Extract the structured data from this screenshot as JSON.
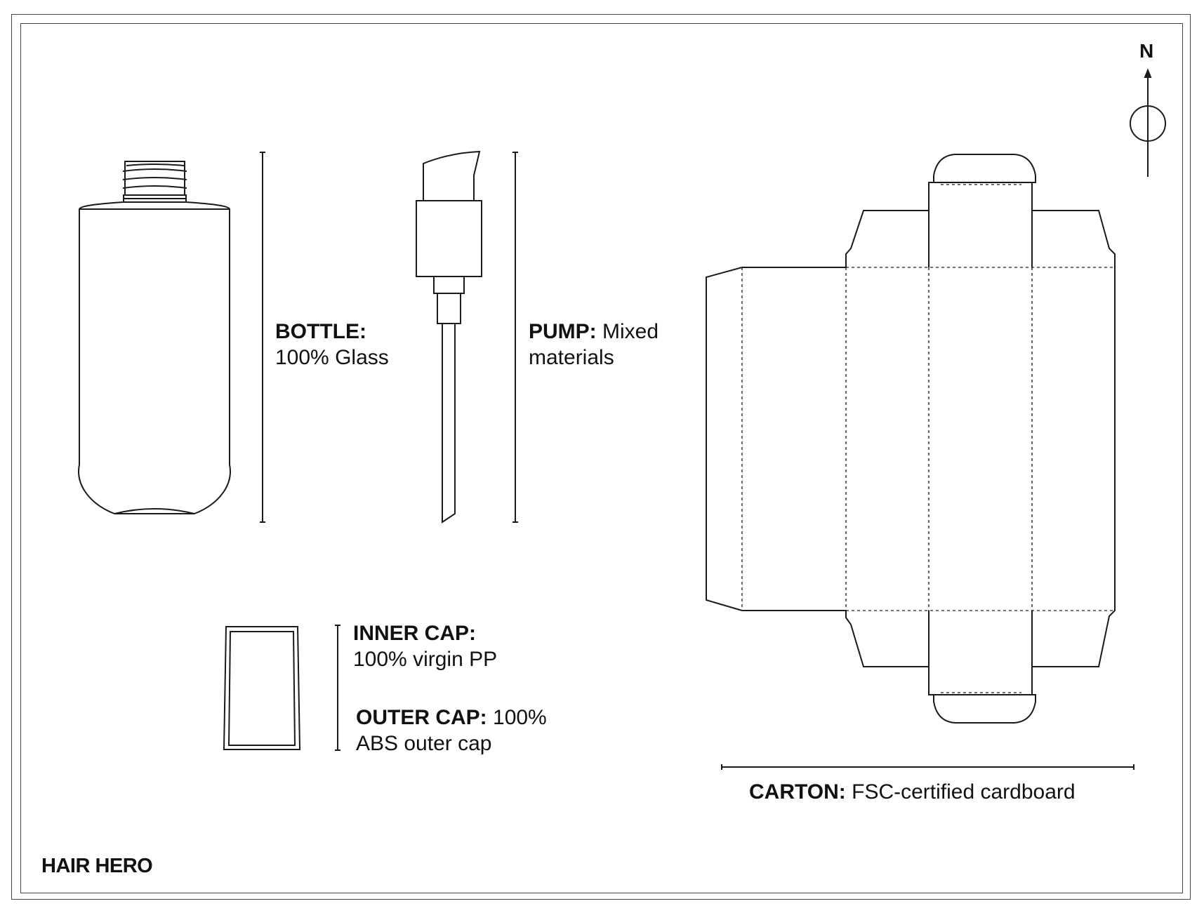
{
  "brand": "HAIR HERO",
  "compass": {
    "label": "N"
  },
  "components": {
    "bottle": {
      "head": "BOTTLE:",
      "line1": "",
      "line2": "100% Glass"
    },
    "pump": {
      "head": "PUMP:",
      "line1": " Mixed",
      "line2": "materials"
    },
    "inner_cap": {
      "head": "INNER CAP:",
      "line1": "",
      "line2": "100% virgin PP"
    },
    "outer_cap": {
      "head": "OUTER CAP:",
      "line1": " 100%",
      "line2": "ABS outer cap"
    },
    "carton": {
      "head": "CARTON:",
      "line1": " FSC-certified cardboard"
    }
  },
  "colors": {
    "line": "#1a1a1a",
    "frame": "#444444",
    "background": "#ffffff"
  }
}
